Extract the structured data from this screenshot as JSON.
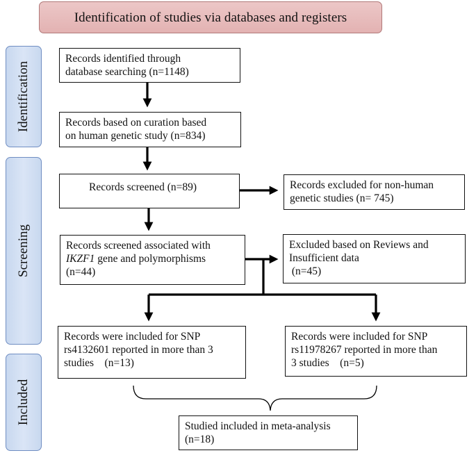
{
  "header": {
    "title": "Identification of studies via databases and registers"
  },
  "phases": {
    "identification": "Identification",
    "screening": "Screening",
    "included": "Included"
  },
  "boxes": {
    "identified": [
      "Records identified through",
      "database searching  (n=1148)"
    ],
    "curation": [
      "Records based on curation based",
      "on human genetic study (n=834)"
    ],
    "screened": [
      "Records screened (n=89)"
    ],
    "excluded_nonhuman": [
      "Records excluded for non-human",
      "genetic studies (n= 745)"
    ],
    "screened_assoc": {
      "line1": "Records screened associated with",
      "gene": "IKZF1",
      "line2_rest": " gene and polymorphisms",
      "line3": "(n=44)"
    },
    "excluded_reviews": [
      "Excluded based on Reviews and",
      "Insufficient data",
      " (n=45)"
    ],
    "snp1": [
      "Records were included for SNP",
      "rs4132601 reported in more than 3",
      "studies    (n=13)"
    ],
    "snp2": [
      "Records were included for SNP",
      "rs11978267 reported in more than",
      "3 studies    (n=5)"
    ],
    "meta": [
      "Studied included in meta-analysis",
      "(n=18)"
    ]
  }
}
